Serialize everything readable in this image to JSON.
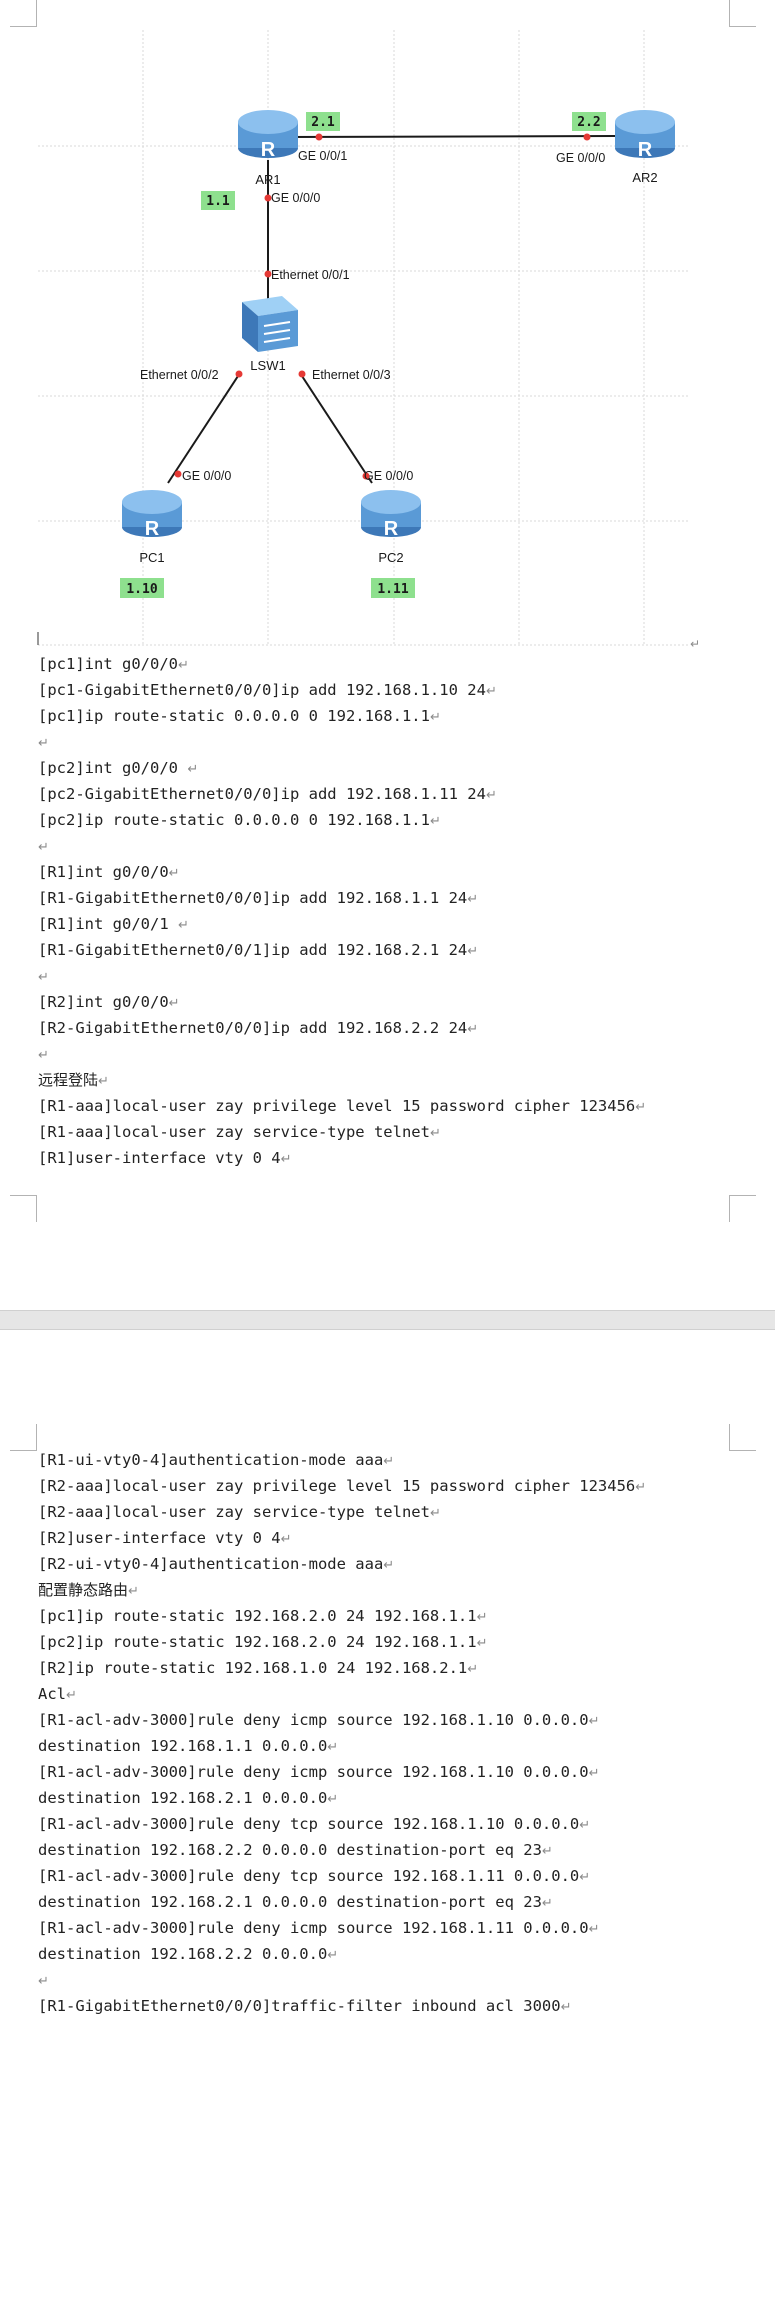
{
  "topology": {
    "devices": {
      "ar1": "AR1",
      "ar2": "AR2",
      "lsw1": "LSW1",
      "pc1": "PC1",
      "pc2": "PC2"
    },
    "interfaces": {
      "ar1_ge001": "GE 0/0/1",
      "ar1_ge000": "GE 0/0/0",
      "ar2_ge000": "GE 0/0/0",
      "lsw_e001": "Ethernet 0/0/1",
      "lsw_e002": "Ethernet 0/0/2",
      "lsw_e003": "Ethernet 0/0/3",
      "pc1_ge000": "GE 0/0/0",
      "pc2_ge000": "GE 0/0/0"
    },
    "addr_tags": {
      "ar1_21": "2.1",
      "ar2_22": "2.2",
      "ar1_11": "1.1",
      "pc1_110": "1.10",
      "pc2_111": "1.11"
    },
    "router_glyph": "R",
    "colors": {
      "router_fill": "#5a9ad6",
      "tag_fill": "#8ee08e",
      "port_dot": "#e53935",
      "grid": "#d8d8d8"
    }
  },
  "page1_lines": [
    "[pc1]int g0/0/0",
    "[pc1-GigabitEthernet0/0/0]ip add 192.168.1.10 24",
    "[pc1]ip route-static 0.0.0.0 0 192.168.1.1",
    "",
    "[pc2]int g0/0/0 ",
    "[pc2-GigabitEthernet0/0/0]ip add 192.168.1.11 24",
    "[pc2]ip route-static 0.0.0.0 0 192.168.1.1",
    "",
    "[R1]int g0/0/0",
    "[R1-GigabitEthernet0/0/0]ip add 192.168.1.1 24",
    "[R1]int g0/0/1 ",
    "[R1-GigabitEthernet0/0/1]ip add 192.168.2.1 24",
    "",
    "[R2]int g0/0/0",
    "[R2-GigabitEthernet0/0/0]ip add 192.168.2.2 24",
    "",
    "远程登陆",
    "[R1-aaa]local-user zay privilege level 15 password cipher 123456",
    "[R1-aaa]local-user zay service-type telnet",
    "[R1]user-interface vty 0 4"
  ],
  "page2_lines": [
    "[R1-ui-vty0-4]authentication-mode aaa",
    "[R2-aaa]local-user zay privilege level 15 password cipher 123456",
    "[R2-aaa]local-user zay service-type telnet",
    "[R2]user-interface vty 0 4",
    "[R2-ui-vty0-4]authentication-mode aaa",
    "配置静态路由",
    "[pc1]ip route-static 192.168.2.0 24 192.168.1.1",
    "[pc2]ip route-static 192.168.2.0 24 192.168.1.1",
    "[R2]ip route-static 192.168.1.0 24 192.168.2.1",
    "Acl",
    "[R1-acl-adv-3000]rule deny icmp source 192.168.1.10 0.0.0.0",
    "destination 192.168.1.1 0.0.0.0",
    "[R1-acl-adv-3000]rule deny icmp source 192.168.1.10 0.0.0.0",
    "destination 192.168.2.1 0.0.0.0",
    "[R1-acl-adv-3000]rule deny tcp source 192.168.1.10 0.0.0.0",
    "destination 192.168.2.2 0.0.0.0 destination-port eq 23",
    "[R1-acl-adv-3000]rule deny tcp source 192.168.1.11 0.0.0.0",
    "destination 192.168.2.1 0.0.0.0 destination-port eq 23",
    "[R1-acl-adv-3000]rule deny icmp source 192.168.1.11 0.0.0.0",
    "destination 192.168.2.2 0.0.0.0",
    "",
    "[R1-GigabitEthernet0/0/0]traffic-filter inbound acl 3000"
  ],
  "paragraph_mark": "↵"
}
